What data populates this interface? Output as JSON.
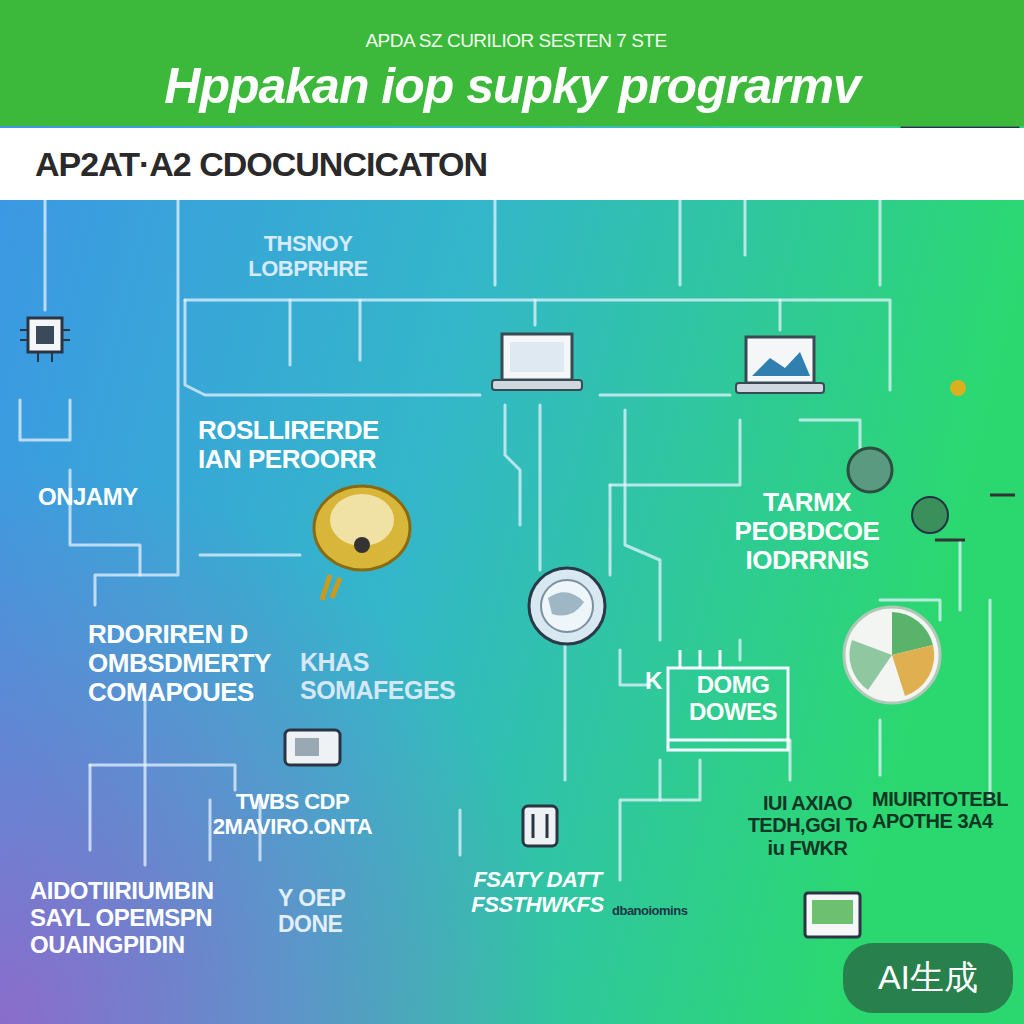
{
  "diagram": {
    "title": "Hppakan iop supky prograrmv",
    "nodes": [
      {
        "text": [
          "AP2AT·A2 CDOCUNCICATON"
        ]
      },
      {
        "text": [
          "AI生成"
        ]
      }
    ],
    "labels": [
      "APDA SZ CURILIOR SESTEN 7 STE",
      "THSNOY LOBPRHRE",
      "ROSLLIRERDE IAN PEROORR",
      "ONJAMY",
      "TARMX PEOBDCOE IODRRNIS",
      "RDORIREN D OMBSDMERTY COMAPOUES",
      "KHAS SOMAFEGES",
      "K",
      "DOMG DOWES",
      "TWBS CDP 2MAVIRO.ONTA",
      "AIDOTIIRIUMBIN SAYL OPEMSPN OUAINGPIDIN",
      "Y OEP DONE",
      "FSATY DATT FSSTHWKFS",
      "dbanoiomins",
      "IUI AXIAO TEDH,GGI To iu FWKR",
      "MIUIRITOTEBL APOTHE 3A4"
    ]
  }
}
